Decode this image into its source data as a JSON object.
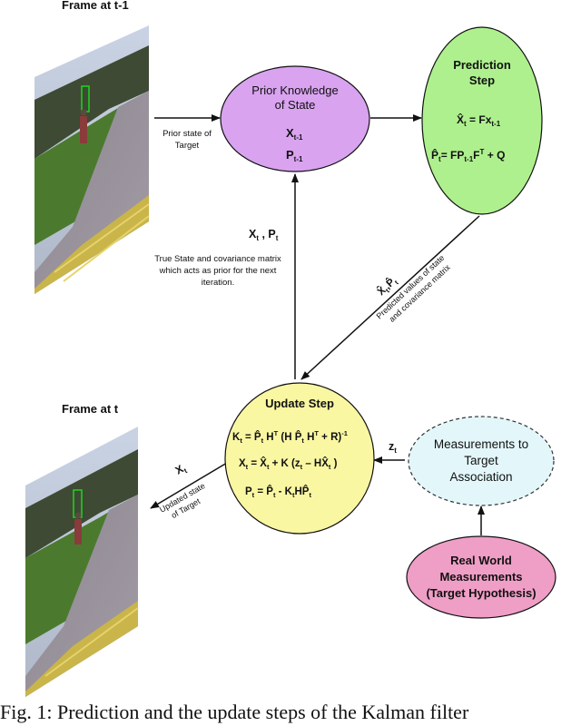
{
  "frames": {
    "prev_title": "Frame at t-1",
    "curr_title": "Frame at t"
  },
  "nodes": {
    "prior": {
      "title1": "Prior Knowledge",
      "title2": "of State",
      "x": "X",
      "x_sub": "t-1",
      "p": "P",
      "p_sub": "t-1",
      "color": "#d9a3f0"
    },
    "prediction": {
      "title1": "Prediction",
      "title2": "Step",
      "eq1_lhs": "X̂",
      "eq1_lhs_sub": "t",
      "eq1_mid": " = Fx",
      "eq1_mid_sub": "t-1",
      "eq2_lhs": "P̂",
      "eq2_lhs_sub": "t",
      "eq2_a": "= FP",
      "eq2_a_sub": "t-1",
      "eq2_b": "F",
      "eq2_b_sup": "T",
      "eq2_c": " + Q",
      "color": "#aef08e"
    },
    "update": {
      "title": "Update Step",
      "k_1": "K",
      "k_1s": "t",
      "k_2": " = P̂",
      "k_2s": "t",
      "k_3": " H",
      "k_3p": "T",
      "k_4": " (H P̂",
      "k_4s": "t",
      "k_5": " H",
      "k_5p": "T",
      "k_6": " + R)",
      "k_6p": "-1",
      "x_1": "X",
      "x_1s": "t",
      "x_2": " = X̂",
      "x_2s": "t",
      "x_3": " + K (z",
      "x_3s": "t",
      "x_4": " – HX̂",
      "x_4s": "t",
      "x_5": " )",
      "p_1": "P",
      "p_1s": "t",
      "p_2": " = P̂",
      "p_2s": "t",
      "p_3": " - K",
      "p_3s": "t",
      "p_4": "HP̂",
      "p_4s": "t",
      "color": "#f9f7a2"
    },
    "measurements": {
      "line1": "Measurements to",
      "line2": "Target",
      "line3": "Association",
      "color": "#e3f7fb"
    },
    "realworld": {
      "line1": "Real World",
      "line2": "Measurements",
      "line3": "(Target Hypothesis)",
      "color": "#ef9ec6"
    }
  },
  "edges": {
    "prior_state_1": "Prior state of",
    "prior_state_2": "Target",
    "true_state_x": "X",
    "true_state_xs": "t",
    "true_state_sep": " , P",
    "true_state_ps": "t",
    "true_state_d1": "True State and covariance matrix",
    "true_state_d2": "which acts as prior for the next",
    "true_state_d3": "iteration.",
    "predicted_sym": "X̂",
    "predicted_sym_s": "t",
    "predicted_sym_2": ",P̂",
    "predicted_sym_2s": "t",
    "predicted_d1": "Predicted values of state",
    "predicted_d2": "and covariance matrix",
    "z_label": "z",
    "z_sub": "t",
    "updated_x": "X",
    "updated_xs": "t",
    "updated_d1": "Updated state",
    "updated_d2": "of Target"
  },
  "caption": "Fig. 1: Prediction and the update steps of the Kalman filter"
}
